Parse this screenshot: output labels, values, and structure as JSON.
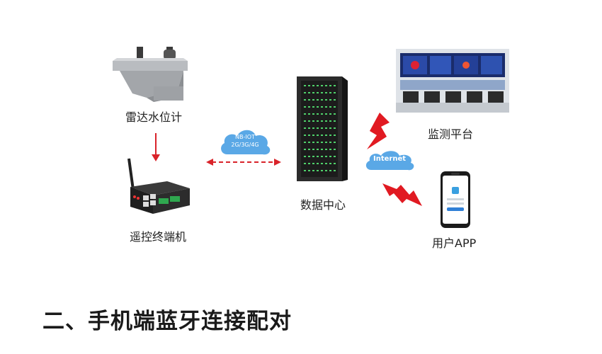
{
  "diagram": {
    "nodes": {
      "radar_level_meter": "雷达水位计",
      "rtu_terminal": "遥控终端机",
      "data_center": "数据中心",
      "monitoring_platform": "监测平台",
      "user_app": "用户APP"
    },
    "cloud_nb": {
      "line1": "NB-IOT",
      "line2": "2G/3G/4G"
    },
    "cloud_internet": {
      "label": "Internet"
    }
  },
  "section_heading": "二、手机端蓝牙连接配对",
  "colors": {
    "arrow_red": "#d9232a",
    "cloud_blue": "#5aa8e6",
    "server_dark": "#2b2b2b",
    "server_led_green": "#4fd06a"
  }
}
